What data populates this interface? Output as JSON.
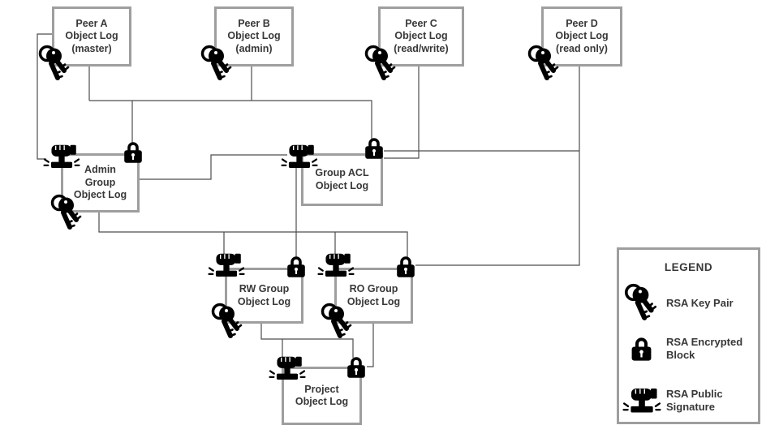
{
  "diagram": {
    "nodes": {
      "peer_a": {
        "lines": [
          "Peer A",
          "Object Log",
          "(master)"
        ]
      },
      "peer_b": {
        "lines": [
          "Peer B",
          "Object Log",
          "(admin)"
        ]
      },
      "peer_c": {
        "lines": [
          "Peer C",
          "Object Log",
          "(read/write)"
        ]
      },
      "peer_d": {
        "lines": [
          "Peer D",
          "Object Log",
          "(read only)"
        ]
      },
      "admin_group": {
        "lines": [
          "Admin",
          "Group",
          "Object Log"
        ]
      },
      "group_acl": {
        "lines": [
          "Group ACL",
          "Object Log"
        ]
      },
      "rw_group": {
        "lines": [
          "RW Group",
          "Object Log"
        ]
      },
      "ro_group": {
        "lines": [
          "RO Group",
          "Object Log"
        ]
      },
      "project": {
        "lines": [
          "Project",
          "Object Log"
        ]
      }
    },
    "legend": {
      "title": "LEGEND",
      "items": [
        {
          "icon": "rsa-key-pair-icon",
          "label": "RSA Key Pair"
        },
        {
          "icon": "rsa-encrypted-block-icon",
          "label": "RSA Encrypted Block"
        },
        {
          "icon": "rsa-public-signature-icon",
          "label": "RSA Public Signature"
        }
      ]
    },
    "colors": {
      "background": "#ffffff",
      "box_border": "#9e9e9e",
      "connector": "#4d4d4d",
      "text": "#383838",
      "icon": "#000000"
    }
  }
}
